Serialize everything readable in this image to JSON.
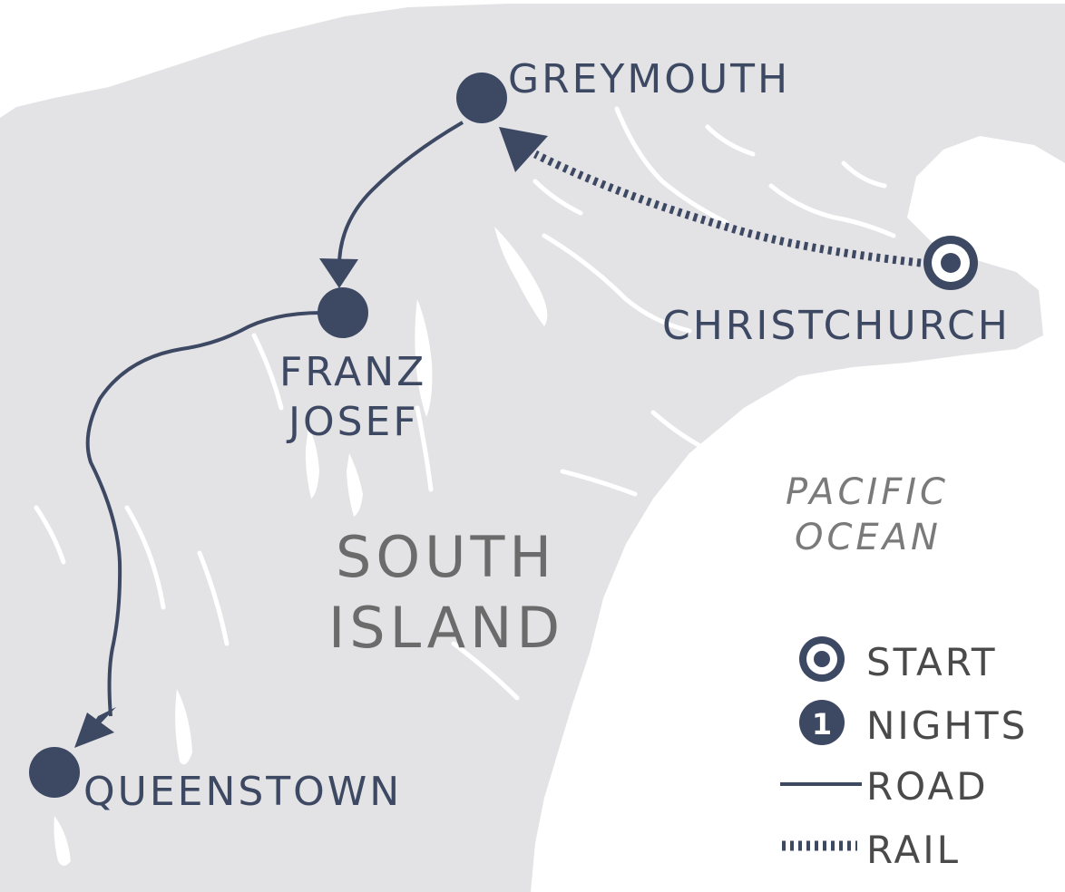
{
  "map": {
    "colors": {
      "land": "#e3e3e5",
      "sea": "#ffffff",
      "route": "#3d4863",
      "region_text": "#6b6b6b",
      "ocean_text": "#7a7a7a",
      "legend_text": "#4a4a4a"
    },
    "places": {
      "greymouth": "GREYMOUTH",
      "christchurch": "CHRISTCHURCH",
      "franz_josef_line1": "FRANZ",
      "franz_josef_line2": "JOSEF",
      "queenstown": "QUEENSTOWN"
    },
    "region": {
      "line1": "SOUTH",
      "line2": "ISLAND"
    },
    "ocean": {
      "line1": "PACIFIC",
      "line2": "OCEAN"
    },
    "legend": {
      "start": "START",
      "nights_badge": "1",
      "nights": "NIGHTS",
      "road": "ROAD",
      "rail": "RAIL"
    }
  }
}
